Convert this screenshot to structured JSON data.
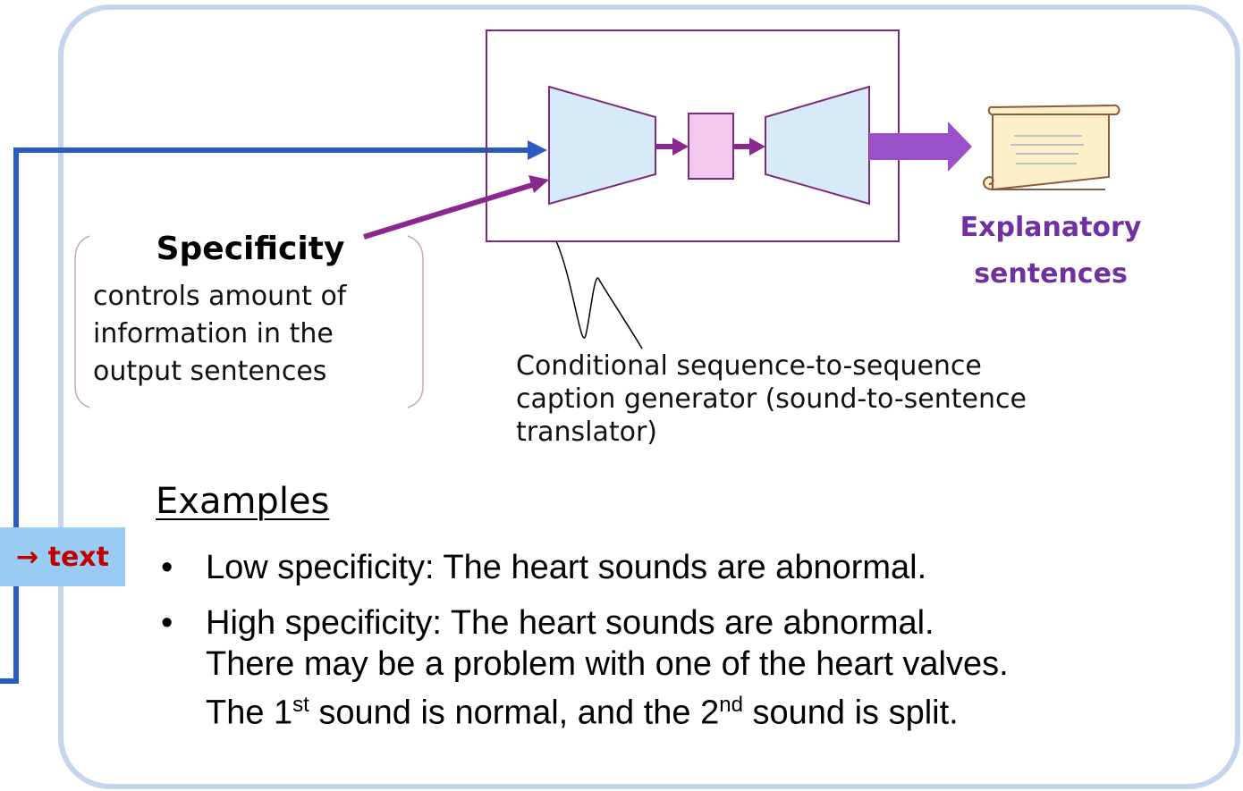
{
  "specificity": {
    "title": "Specificity",
    "lines": [
      "controls amount of",
      "information in the",
      "output sentences"
    ]
  },
  "output": {
    "lines": [
      "Explanatory",
      "sentences"
    ]
  },
  "generator_caption": {
    "lines": [
      "Conditional sequence-to-sequence",
      "caption generator (sound-to-sentence",
      "translator)"
    ]
  },
  "examples": {
    "heading": "Examples",
    "low": "Low specificity: The heart sounds are abnormal.",
    "high_line1": "High specificity: The heart sounds are abnormal.",
    "high_line2": "There may be a problem with one of the heart valves.",
    "high_line3_a": "The 1",
    "high_line3_sup1": "st",
    "high_line3_b": " sound is normal, and the 2",
    "high_line3_sup2": "nd",
    "high_line3_c": " sound is split."
  },
  "side_tag": {
    "label": "→ text"
  },
  "colors": {
    "panel_border": "#c5d5ee",
    "box_border": "#7b2c7b",
    "arrow_purple": "#8b2890",
    "arrow_blue": "#2a5dbf",
    "encoder_fill": "#d6eaf8",
    "latent_fill": "#f2c8ee",
    "output_text": "#7030a0",
    "tag_fill": "#99ccf2",
    "tag_text": "#c00000"
  }
}
